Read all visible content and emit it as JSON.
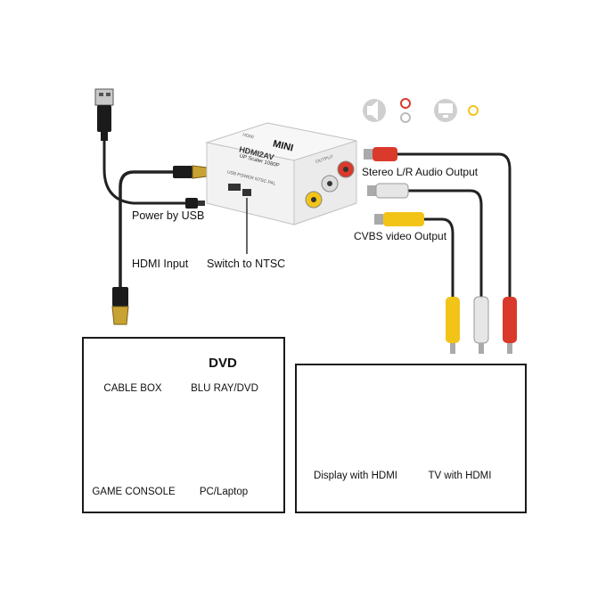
{
  "adapter": {
    "brand": "MINI",
    "model": "HDMI2AV",
    "subtitle": "UP Scaler 1080P",
    "port_hdmi_label": "HDMI",
    "port_output_label": "OUTPUT",
    "switch_label": "USB POWER NTSC PAL"
  },
  "labels": {
    "power_usb": "Power by USB",
    "hdmi_input": "HDMI Input",
    "switch_ntsc": "Switch to NTSC",
    "stereo_audio": "Stereo L/R Audio Output",
    "cvbs_video": "CVBS video Output"
  },
  "sources": {
    "items": [
      {
        "label": "CABLE BOX",
        "icon": "cable-box-icon"
      },
      {
        "label": "BLU RAY/DVD",
        "icon": "dvd-icon",
        "badge": "DVD"
      },
      {
        "label": "GAME CONSOLE",
        "icon": "game-console-icon"
      },
      {
        "label": "PC/Laptop",
        "icon": "pc-icon"
      }
    ]
  },
  "displays": {
    "items": [
      {
        "label": "Display with HDMI",
        "icon": "monitor-icon"
      },
      {
        "label": "TV with HDMI",
        "icon": "tv-icon"
      }
    ]
  },
  "colors": {
    "red_plug": "#d93a2b",
    "white_plug": "#e6e6e6",
    "yellow_plug": "#f2c418",
    "cable": "#222222",
    "adapter_body": "#f4f4f4"
  }
}
